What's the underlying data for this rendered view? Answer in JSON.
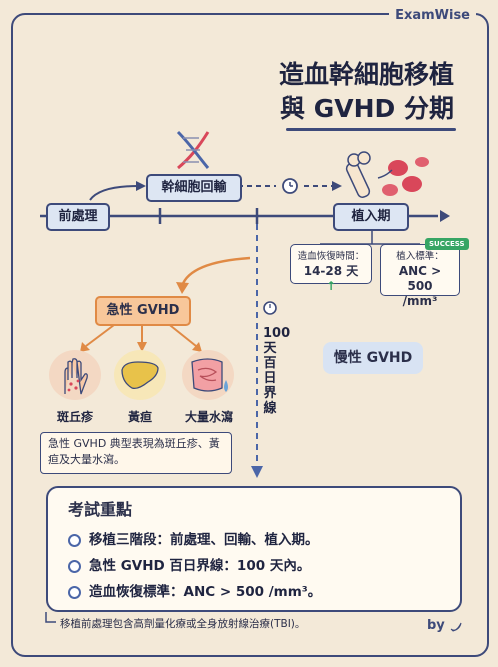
{
  "brand": "ExamWise",
  "title": {
    "line1": "造血幹細胞移植",
    "line2": "與 GVHD 分期"
  },
  "timeline": {
    "step1": "前處理",
    "step2": "幹細胞回輸",
    "step3": "植入期"
  },
  "recovery_card": {
    "label": "造血恢復時間：",
    "value": "14-28 天",
    "arrow": "↑"
  },
  "engraft_card": {
    "label": "植入標準：",
    "value": "ANC > 500",
    "unit": "/mm³",
    "badge": "SUCCESS"
  },
  "day100_label": "100天百日界線",
  "acute": {
    "title": "急性 GVHD",
    "symptoms": [
      {
        "label": "斑丘疹",
        "icon": "skin-rash-icon"
      },
      {
        "label": "黃疸",
        "icon": "liver-icon"
      },
      {
        "label": "大量水瀉",
        "icon": "intestine-icon"
      }
    ],
    "note": "急性 GVHD 典型表現為斑丘疹、黃疸及大量水瀉。"
  },
  "chronic": {
    "title": "慢性 GVHD"
  },
  "exam": {
    "title": "考試重點",
    "items": [
      "移植三階段：前處理、回輸、植入期。",
      "急性 GVHD 百日界線：100 天內。",
      "造血恢復標準：ANC > 500 /mm³。"
    ]
  },
  "footnote": "移植前處理包含高劑量化療或全身放射線治療(TBI)。",
  "byline": "by",
  "colors": {
    "navy": "#3d4a7a",
    "orange": "#e08a45",
    "blue_box": "#dde6f3",
    "paper": "#f3e9d8"
  }
}
